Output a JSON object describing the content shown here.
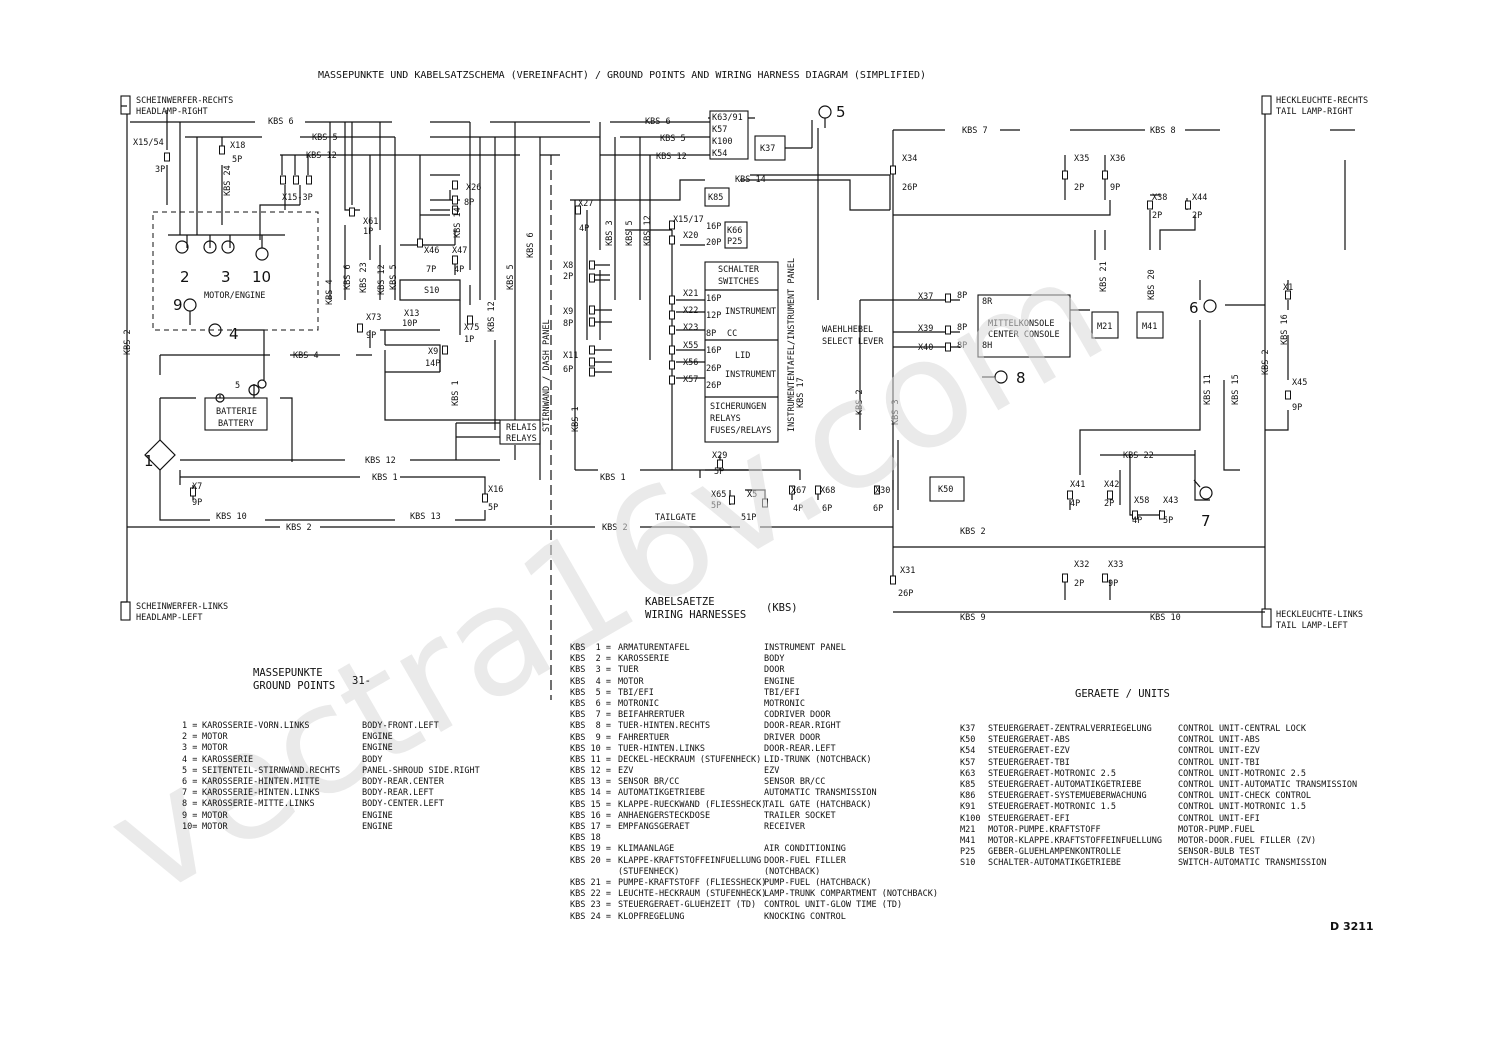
{
  "title": "MASSEPUNKTE UND KABELSATZSCHEMA (VEREINFACHT) / GROUND POINTS AND WIRING HARNESS DIAGRAM (SIMPLIFIED)",
  "watermark": "vectra16v.com",
  "doc_code": "D 3211",
  "corner_labels": {
    "headlamp_right": [
      "SCHEINWERFER-RECHTS",
      "HEADLAMP-RIGHT"
    ],
    "headlamp_left": [
      "SCHEINWERFER-LINKS",
      "HEADLAMP-LEFT"
    ],
    "tail_right": [
      "HECKLEUCHTE-RECHTS",
      "TAIL LAMP-RIGHT"
    ],
    "tail_left": [
      "HECKLEUCHTE-LINKS",
      "TAIL LAMP-LEFT"
    ]
  },
  "boxes": {
    "motor_engine": "MOTOR/ENGINE",
    "battery": [
      "BATTERIE",
      "BATTERY"
    ],
    "relays": [
      "RELAIS",
      "RELAYS"
    ],
    "s10": "S10",
    "k85": "K85",
    "k37": "K37",
    "k66_p25": [
      "K66",
      "P25"
    ],
    "k63_stack": [
      "K63/91",
      "K57",
      "K100",
      "K54"
    ],
    "instr_sections": [
      [
        "SCHALTER",
        "SWITCHES"
      ],
      [
        "INSTRUMENT",
        "CC"
      ],
      [
        "LID",
        "INSTRUMENT"
      ],
      [
        "SICHERUNGEN",
        "RELAYS",
        "FUSES/RELAYS"
      ]
    ],
    "center_console": [
      "MITTELKONSOLE",
      "CENTER CONSOLE"
    ],
    "m21": "M21",
    "m41": "M41",
    "k50": "K50"
  },
  "diagram_labels": {
    "firewall": "STIRNWAND / DASH PANEL",
    "instr_panel": "INSTRUMENTENTAFEL/INSTRUMENT PANEL",
    "select_lever": [
      "WAEHLHEBEL",
      "SELECT LEVER"
    ],
    "tailgate": "TAILGATE",
    "harness_caption": [
      "KABELSAETZE",
      "WIRING HARNESSES"
    ],
    "harness_caption_code": "(KBS)",
    "ground_title": [
      "MASSEPUNKTE",
      "GROUND POINTS"
    ],
    "ground_code": "31-",
    "units_title": "GERAETE / UNITS"
  },
  "ground_points": [
    {
      "n": "1 =",
      "de": "KAROSSERIE-VORN.LINKS",
      "en": "BODY-FRONT.LEFT"
    },
    {
      "n": "2 =",
      "de": "MOTOR",
      "en": "ENGINE"
    },
    {
      "n": "3 =",
      "de": "MOTOR",
      "en": "ENGINE"
    },
    {
      "n": "4 =",
      "de": "KAROSSERIE",
      "en": "BODY"
    },
    {
      "n": "5 =",
      "de": "SEITENTEIL-STIRNWAND.RECHTS",
      "en": "PANEL-SHROUD SIDE.RIGHT"
    },
    {
      "n": "6 =",
      "de": "KAROSSERIE-HINTEN.MITTE",
      "en": "BODY-REAR.CENTER"
    },
    {
      "n": "7 =",
      "de": "KAROSSERIE-HINTEN.LINKS",
      "en": "BODY-REAR.LEFT"
    },
    {
      "n": "8 =",
      "de": "KAROSSERIE-MITTE.LINKS",
      "en": "BODY-CENTER.LEFT"
    },
    {
      "n": "9 =",
      "de": "MOTOR",
      "en": "ENGINE"
    },
    {
      "n": "10=",
      "de": "MOTOR",
      "en": "ENGINE"
    }
  ],
  "harnesses": [
    {
      "k": "KBS  1 =",
      "de": "ARMATURENTAFEL",
      "en": "INSTRUMENT PANEL"
    },
    {
      "k": "KBS  2 =",
      "de": "KAROSSERIE",
      "en": "BODY"
    },
    {
      "k": "KBS  3 =",
      "de": "TUER",
      "en": "DOOR"
    },
    {
      "k": "KBS  4 =",
      "de": "MOTOR",
      "en": "ENGINE"
    },
    {
      "k": "KBS  5 =",
      "de": "TBI/EFI",
      "en": "TBI/EFI"
    },
    {
      "k": "KBS  6 =",
      "de": "MOTRONIC",
      "en": "MOTRONIC"
    },
    {
      "k": "KBS  7 =",
      "de": "BEIFAHRERTUER",
      "en": "CODRIVER DOOR"
    },
    {
      "k": "KBS  8 =",
      "de": "TUER-HINTEN.RECHTS",
      "en": "DOOR-REAR.RIGHT"
    },
    {
      "k": "KBS  9 =",
      "de": "FAHRERTUER",
      "en": "DRIVER DOOR"
    },
    {
      "k": "KBS 10 =",
      "de": "TUER-HINTEN.LINKS",
      "en": "DOOR-REAR.LEFT"
    },
    {
      "k": "KBS 11 =",
      "de": "DECKEL-HECKRAUM (STUFENHECK)",
      "en": "LID-TRUNK (NOTCHBACK)"
    },
    {
      "k": "KBS 12 =",
      "de": "EZV",
      "en": "EZV"
    },
    {
      "k": "KBS 13 =",
      "de": "SENSOR BR/CC",
      "en": "SENSOR BR/CC"
    },
    {
      "k": "KBS 14 =",
      "de": "AUTOMATIKGETRIEBE",
      "en": "AUTOMATIC TRANSMISSION"
    },
    {
      "k": "KBS 15 =",
      "de": "KLAPPE-RUECKWAND (FLIESSHECK)",
      "en": "TAIL GATE (HATCHBACK)"
    },
    {
      "k": "KBS 16 =",
      "de": "ANHAENGERSTECKDOSE",
      "en": "TRAILER SOCKET"
    },
    {
      "k": "KBS 17 =",
      "de": "EMPFANGSGERAET",
      "en": "RECEIVER"
    },
    {
      "k": "KBS 18",
      "de": "",
      "en": ""
    },
    {
      "k": "KBS 19 =",
      "de": "KLIMAANLAGE",
      "en": "AIR CONDITIONING"
    },
    {
      "k": "KBS 20 =",
      "de": "KLAPPE-KRAFTSTOFFEINFUELLUNG",
      "en": "DOOR-FUEL FILLER"
    },
    {
      "k": "",
      "de": "(STUFENHECK)",
      "en": "(NOTCHBACK)"
    },
    {
      "k": "KBS 21 =",
      "de": "PUMPE-KRAFTSTOFF (FLIESSHECK)",
      "en": "PUMP-FUEL (HATCHBACK)"
    },
    {
      "k": "KBS 22 =",
      "de": "LEUCHTE-HECKRAUM (STUFENHECK)",
      "en": "LAMP-TRUNK COMPARTMENT (NOTCHBACK)"
    },
    {
      "k": "KBS 23 =",
      "de": "STEUERGERAET-GLUEHZEIT (TD)",
      "en": "CONTROL UNIT-GLOW TIME (TD)"
    },
    {
      "k": "KBS 24 =",
      "de": "KLOPFREGELUNG",
      "en": "KNOCKING CONTROL"
    }
  ],
  "units": [
    {
      "code": "K37",
      "de": "STEUERGERAET-ZENTRALVERRIEGELUNG",
      "en": "CONTROL UNIT-CENTRAL LOCK"
    },
    {
      "code": "K50",
      "de": "STEUERGERAET-ABS",
      "en": "CONTROL UNIT-ABS"
    },
    {
      "code": "K54",
      "de": "STEUERGERAET-EZV",
      "en": "CONTROL UNIT-EZV"
    },
    {
      "code": "K57",
      "de": "STEUERGERAET-TBI",
      "en": "CONTROL UNIT-TBI"
    },
    {
      "code": "K63",
      "de": "STEUERGERAET-MOTRONIC 2.5",
      "en": "CONTROL UNIT-MOTRONIC 2.5"
    },
    {
      "code": "K85",
      "de": "STEUERGERAET-AUTOMATIKGETRIEBE",
      "en": "CONTROL UNIT-AUTOMATIC TRANSMISSION"
    },
    {
      "code": "K86",
      "de": "STEUERGERAET-SYSTEMUEBERWACHUNG",
      "en": "CONTROL UNIT-CHECK CONTROL"
    },
    {
      "code": "K91",
      "de": "STEUERGERAET-MOTRONIC 1.5",
      "en": "CONTROL UNIT-MOTRONIC 1.5"
    },
    {
      "code": "K100",
      "de": "STEUERGERAET-EFI",
      "en": "CONTROL UNIT-EFI"
    },
    {
      "code": "M21",
      "de": "MOTOR-PUMPE.KRAFTSTOFF",
      "en": "MOTOR-PUMP.FUEL"
    },
    {
      "code": "M41",
      "de": "MOTOR-KLAPPE.KRAFTSTOFFEINFUELLUNG",
      "en": "MOTOR-DOOR.FUEL FILLER (ZV)"
    },
    {
      "code": "P25",
      "de": "GEBER-GLUEHLAMPENKONTROLLE",
      "en": "SENSOR-BULB TEST"
    },
    {
      "code": "S10",
      "de": "SCHALTER-AUTOMATIKGETRIEBE",
      "en": "SWITCH-AUTOMATIC TRANSMISSION"
    }
  ],
  "connectors": [
    {
      "id": "X15/54",
      "pins": "3P"
    },
    {
      "id": "X18",
      "pins": "5P"
    },
    {
      "id": "X15-3P",
      "pins": ""
    },
    {
      "id": "X26",
      "pins": "8P"
    },
    {
      "id": "X61",
      "pins": "1P"
    },
    {
      "id": "X46",
      "pins": "7P"
    },
    {
      "id": "X47",
      "pins": "4P"
    },
    {
      "id": "X73",
      "pins": "9P"
    },
    {
      "id": "X13",
      "pins": "10P"
    },
    {
      "id": "X75",
      "pins": "1P"
    },
    {
      "id": "X9",
      "pins": "14P"
    },
    {
      "id": "X7",
      "pins": "9P"
    },
    {
      "id": "X16",
      "pins": "5P"
    },
    {
      "id": "X27",
      "pins": "4P"
    },
    {
      "id": "X8",
      "pins": "2P"
    },
    {
      "id": "X9",
      "pins": "8P"
    },
    {
      "id": "X11",
      "pins": "6P"
    },
    {
      "id": "X15/17",
      "pins": "16P"
    },
    {
      "id": "X20",
      "pins": "20P"
    },
    {
      "id": "X21",
      "pins": "16P"
    },
    {
      "id": "X22",
      "pins": "12P"
    },
    {
      "id": "X23",
      "pins": "8P"
    },
    {
      "id": "X55",
      "pins": "16P"
    },
    {
      "id": "X56",
      "pins": "26P"
    },
    {
      "id": "X57",
      "pins": "26P"
    },
    {
      "id": "X29",
      "pins": "5P"
    },
    {
      "id": "X65",
      "pins": "5P"
    },
    {
      "id": "X5",
      "pins": "51P"
    },
    {
      "id": "X67",
      "pins": "4P"
    },
    {
      "id": "X68",
      "pins": "6P"
    },
    {
      "id": "X30",
      "pins": "6P"
    },
    {
      "id": "X34",
      "pins": "26P"
    },
    {
      "id": "X35",
      "pins": "2P"
    },
    {
      "id": "X36",
      "pins": "9P"
    },
    {
      "id": "X38",
      "pins": "2P"
    },
    {
      "id": "X44",
      "pins": "2P"
    },
    {
      "id": "X37",
      "pins": "8P"
    },
    {
      "id": "X39",
      "pins": "8P"
    },
    {
      "id": "X40",
      "pins": "8P"
    },
    {
      "id": "X1",
      "pins": ""
    },
    {
      "id": "X45",
      "pins": "9P"
    },
    {
      "id": "X41",
      "pins": "4P"
    },
    {
      "id": "X42",
      "pins": "2P"
    },
    {
      "id": "X58",
      "pins": "4P"
    },
    {
      "id": "X43",
      "pins": "5P"
    },
    {
      "id": "X31",
      "pins": "26P"
    },
    {
      "id": "X32",
      "pins": "2P"
    },
    {
      "id": "X33",
      "pins": "9P"
    }
  ],
  "kbs_labels": {
    "kbs6": "KBS 6",
    "kbs5": "KBS 5",
    "kbs12": "KBS 12",
    "kbs14": "KBS 14",
    "kbs7": "KBS 7",
    "kbs8": "KBS 8",
    "kbs4": "KBS 4",
    "kbs1": "KBS 1",
    "kbs2": "KBS 2",
    "kbs10": "KBS 10",
    "kbs13": "KBS 13",
    "kbs9": "KBS 9",
    "kbs22": "KBS 22",
    "kbs3": "KBS 3",
    "kbs11": "KBS 11",
    "kbs15": "KBS 15",
    "kbs16": "KBS 16",
    "kbs17": "KBS 17",
    "kbs20": "KBS 20",
    "kbs21": "KBS 21",
    "kbs23": "KBS 23",
    "kbs24": "KBS 24"
  },
  "pin_labels": {
    "bh": "8H",
    "br": "8R",
    "p8": "8P",
    "k5": "5"
  },
  "ground_numbers": [
    "1",
    "2",
    "3",
    "4",
    "5",
    "6",
    "7",
    "8",
    "9",
    "10"
  ]
}
